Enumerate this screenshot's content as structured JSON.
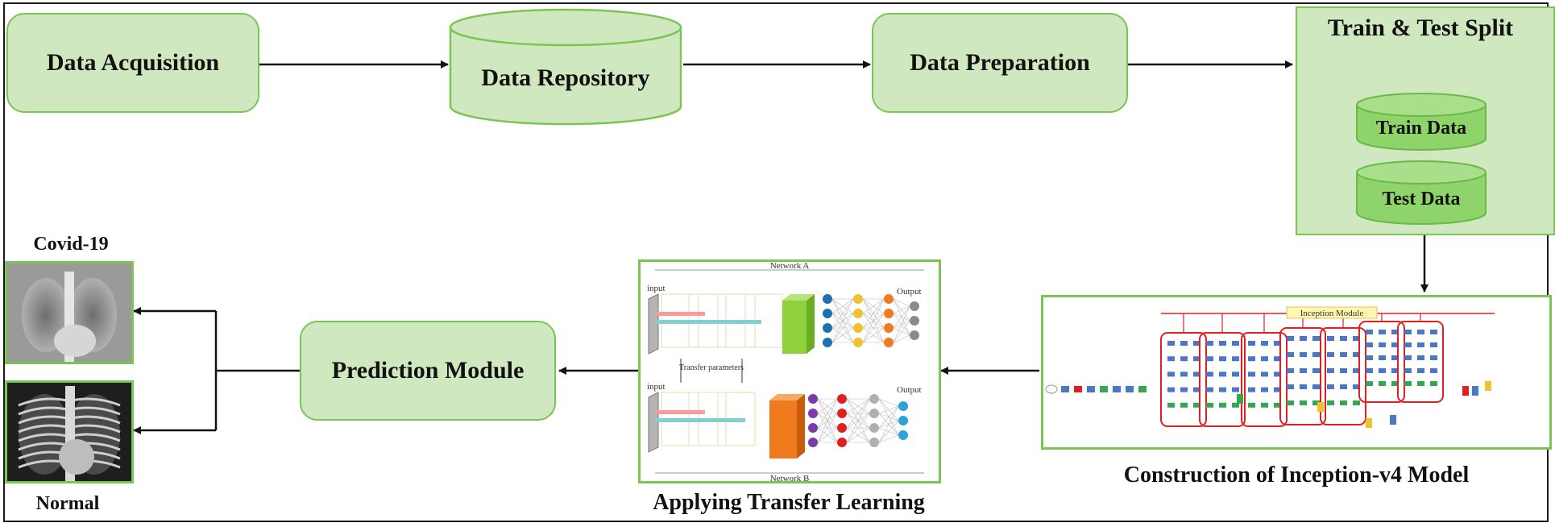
{
  "steps": {
    "acquisition": "Data Acquisition",
    "repository": "Data Repository",
    "preparation": "Data Preparation",
    "split_title": "Train & Test Split",
    "train": "Train Data",
    "test": "Test Data",
    "inception_caption": "Construction of Inception-v4 Model",
    "inception_module": "Inception Module",
    "transfer_caption": "Applying Transfer Learning",
    "prediction": "Prediction Module"
  },
  "transfer": {
    "network_a": "Network A",
    "network_b": "Network B",
    "input_a": "input",
    "input_b": "input",
    "output_a": "Output",
    "output_b": "Output",
    "transfer_params": "Transfer parameters"
  },
  "outputs": {
    "covid": "Covid-19",
    "normal": "Normal"
  },
  "colors": {
    "box_fill": "#cfe8bf",
    "box_border": "#7cc456",
    "module_red": "#e02020",
    "conv_blue": "#4a78c8",
    "concat_green": "#33a852",
    "pool_yellow": "#f2c12e"
  }
}
